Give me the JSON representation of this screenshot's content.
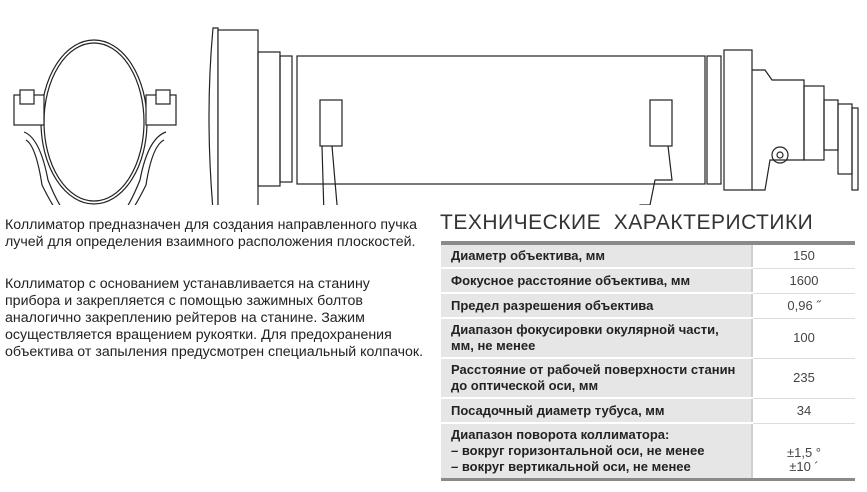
{
  "description": {
    "paragraph_1": "Коллиматор предназначен для создания направленного пучка лучей для определения взаимного расположения плоскостей.",
    "paragraph_2": "Коллиматор с основанием устанавливается на станину прибора и закрепляется с помощью зажимных болтов аналогично закреплению рейтеров на станине. Зажим осуществляется вращением рукоятки. Для предохранения объектива от запыления предусмотрен специальный колпачок."
  },
  "specs": {
    "title": "ТЕХНИЧЕСКИЕ  ХАРАКТЕРИСТИКИ",
    "rows": [
      {
        "label": "Диаметр объектива, мм",
        "value": "150"
      },
      {
        "label": "Фокусное расстояние объектива, мм",
        "value": "1600"
      },
      {
        "label": "Предел разрешения объектива",
        "value": "0,96 ˝"
      },
      {
        "label": "Диапазон фокусировки окулярной части, мм, не менее",
        "value": "100"
      },
      {
        "label": "Расстояние от рабочей поверхности станин до оптической оси, мм",
        "value": "235"
      },
      {
        "label": "Посадочный диаметр тубуса, мм",
        "value": "34"
      }
    ],
    "rotation": {
      "label": "Диапазон поворота коллиматора:",
      "horizontal_label": "– вокруг горизонтальной оси, не менее",
      "horizontal_value": "±1,5 °",
      "vertical_label": "– вокруг вертикальной оси, не менее",
      "vertical_value": "±10 ´"
    }
  }
}
